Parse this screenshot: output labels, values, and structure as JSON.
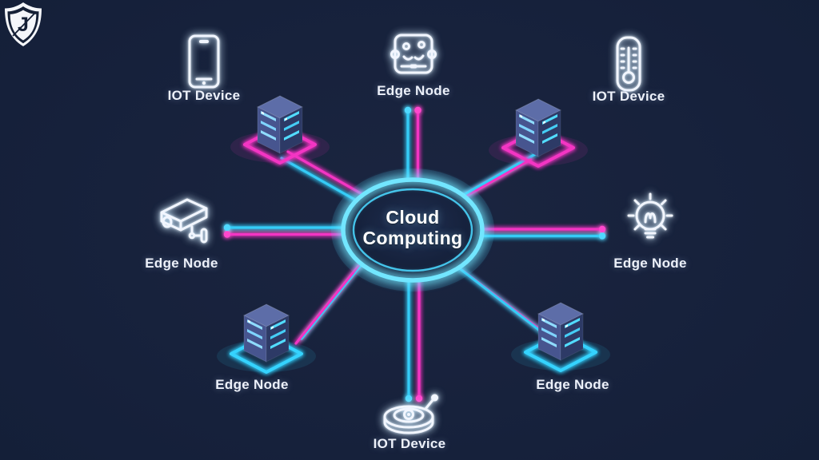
{
  "logo": {
    "letter": "J"
  },
  "hub": {
    "title_line1": "Cloud",
    "title_line2": "Computing"
  },
  "nodes": {
    "top_left": {
      "label": "IOT Device",
      "icon": "smartphone-icon"
    },
    "top_center": {
      "label": "Edge Node",
      "icon": "iot-gateway-icon"
    },
    "top_right": {
      "label": "IOT Device",
      "icon": "thermometer-icon"
    },
    "mid_left": {
      "label": "Edge Node",
      "icon": "cctv-camera-icon"
    },
    "mid_right": {
      "label": "Edge Node",
      "icon": "lightbulb-icon"
    },
    "bottom_left": {
      "label": "Edge Node",
      "icon": "server-rack-icon"
    },
    "bottom_right": {
      "label": "Edge Node",
      "icon": "server-rack-icon"
    },
    "bottom_center": {
      "label": "IOT Device",
      "icon": "robot-vacuum-icon"
    }
  },
  "servers": [
    {
      "position": "upper-left",
      "platform_color": "#f335c3"
    },
    {
      "position": "upper-right",
      "platform_color": "#f335c3"
    },
    {
      "position": "lower-left",
      "platform_color": "#35d3ff"
    },
    {
      "position": "lower-right",
      "platform_color": "#35d3ff"
    }
  ],
  "connections": [
    {
      "from": "hub",
      "to": "top_center",
      "colors": [
        "cyan",
        "magenta"
      ]
    },
    {
      "from": "hub",
      "to": "bottom_center",
      "colors": [
        "cyan",
        "magenta"
      ]
    },
    {
      "from": "hub",
      "to": "mid_left",
      "colors": [
        "cyan",
        "magenta"
      ]
    },
    {
      "from": "hub",
      "to": "mid_right",
      "colors": [
        "magenta",
        "cyan"
      ]
    },
    {
      "from": "hub",
      "to": "upper-left-server",
      "colors": [
        "cyan",
        "magenta"
      ]
    },
    {
      "from": "hub",
      "to": "upper-right-server",
      "colors": [
        "magenta",
        "cyan"
      ]
    },
    {
      "from": "hub",
      "to": "lower-left-server",
      "colors": [
        "cyan",
        "magenta"
      ]
    },
    {
      "from": "hub",
      "to": "lower-right-server",
      "colors": [
        "magenta",
        "cyan"
      ]
    }
  ],
  "colors": {
    "background": "#15203a",
    "neon_cyan": "#35ccf7",
    "neon_magenta": "#f335c3",
    "hub_ring": "#72e6ff",
    "label_text": "#edf1fa"
  }
}
